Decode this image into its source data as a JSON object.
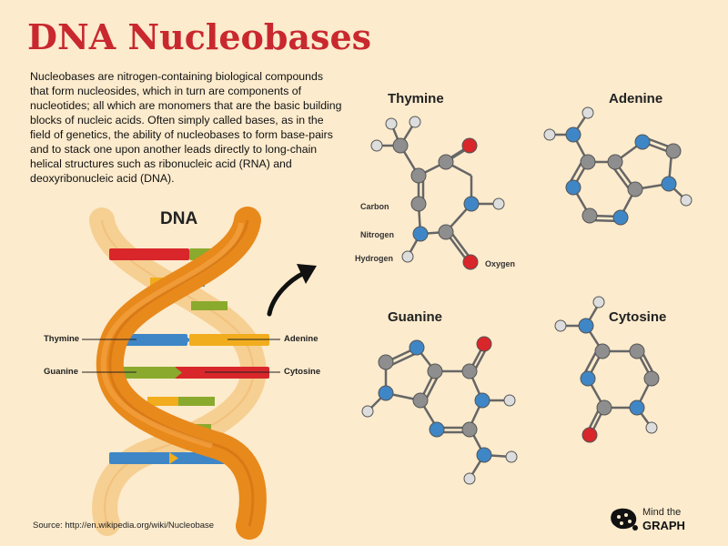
{
  "title": "DNA Nucleobases",
  "intro": "Nucleobases are nitrogen-containing biological compounds that form nucleosides, which in turn are components of nucleotides; all which are monomers that are the basic building blocks of nucleic acids. Often simply called bases, as in the field of  genetics, the ability of nucleobases to form base-pairs and to stack one upon another leads directly to long-chain helical structures such as ribonucleic acid (RNA) and deoxyribonucleic acid (DNA).",
  "dna": {
    "title": "DNA",
    "labels": {
      "thymine": "Thymine",
      "adenine": "Adenine",
      "guanine": "Guanine",
      "cytosine": "Cytosine"
    }
  },
  "molecules": {
    "thymine": "Thymine",
    "adenine": "Adenine",
    "guanine": "Guanine",
    "cytosine": "Cytosine"
  },
  "atoms": {
    "carbon": "Carbon",
    "nitrogen": "Nitrogen",
    "hydrogen": "Hydrogen",
    "oxygen": "Oxygen"
  },
  "source": "Source: http://en.wikipedia.org/wiki/Nucleobase",
  "logo": {
    "line1": "Mind the",
    "line2": "GRAPH"
  },
  "colors": {
    "background": "#fcebcd",
    "title": "#c8282e",
    "carbon": "#8e8e8e",
    "nitrogen": "#3f86c6",
    "oxygen": "#d8262a",
    "hydrogen": "#dddddd",
    "strand_front": "#e8891c",
    "strand_back": "#f4c98a",
    "base_thymine": "#3f86c6",
    "base_adenine": "#f1ad1d",
    "base_guanine": "#8aaa2e",
    "base_cytosine": "#d8262a"
  }
}
